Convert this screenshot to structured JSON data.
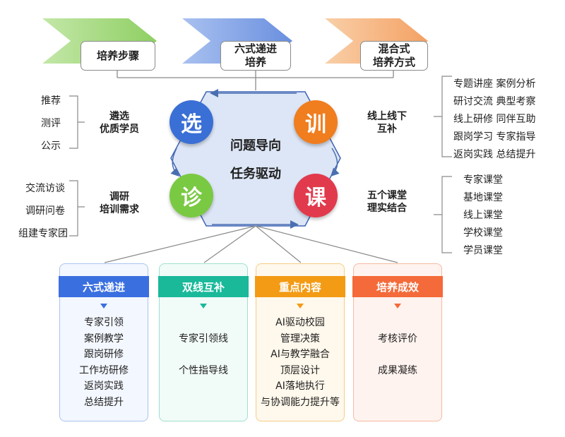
{
  "steps": [
    {
      "label": "培养步骤"
    },
    {
      "label": "六式递进\n培养"
    },
    {
      "label": "混合式\n培养方式"
    }
  ],
  "center": {
    "line1": "问题导向",
    "line2": "任务驱动"
  },
  "circles": [
    {
      "char": "选",
      "color": "#3a6fd6"
    },
    {
      "char": "训",
      "color": "#f07d1e"
    },
    {
      "char": "诊",
      "color": "#7ac943"
    },
    {
      "char": "课",
      "color": "#e23a4d"
    }
  ],
  "left_groups": [
    {
      "title": "遴选\n优质学员",
      "items": [
        "推荐",
        "测评",
        "公示"
      ]
    },
    {
      "title": "调研\n培训需求",
      "items": [
        "交流访谈",
        "调研问卷",
        "组建专家团"
      ]
    }
  ],
  "right_groups": [
    {
      "title": "线上线下\n互补",
      "items": [
        "专题讲座  案例分析",
        "研讨交流  典型考察",
        "线上研修  同伴互助",
        "跟岗学习  专家指导",
        "返岗实践  总结提升"
      ]
    },
    {
      "title": "五个课堂\n理实结合",
      "items": [
        "专家课堂",
        "基地课堂",
        "线上课堂",
        "学校课堂",
        "学员课堂"
      ]
    }
  ],
  "cards": [
    {
      "header": "六式递进",
      "color": "#3a6fe0",
      "border": "#aac4f0",
      "bg": "#f3f7ff",
      "items": [
        "专家引领",
        "案例教学",
        "跟岗研修",
        "工作坊研修",
        "返岗实践",
        "总结提升"
      ]
    },
    {
      "header": "双线互补",
      "color": "#19b99a",
      "border": "#9fe0cf",
      "bg": "#f1fbf8",
      "items": [
        "专家引领线",
        "",
        "个性指导线"
      ]
    },
    {
      "header": "重点内容",
      "color": "#f39b15",
      "border": "#f6cd86",
      "bg": "#fff8ec",
      "items": [
        "AI驱动校园",
        "管理决策",
        "AI与教学融合",
        "顶层设计",
        "AI落地执行",
        "与协调能力提升等"
      ]
    },
    {
      "header": "培养成效",
      "color": "#f46a3a",
      "border": "#f6b9a3",
      "bg": "#fff3ef",
      "items": [
        "考核评价",
        "",
        "成果凝练"
      ]
    }
  ],
  "banner_colors": [
    "#9fd67a",
    "#7b9ee6",
    "#f5ad73"
  ]
}
